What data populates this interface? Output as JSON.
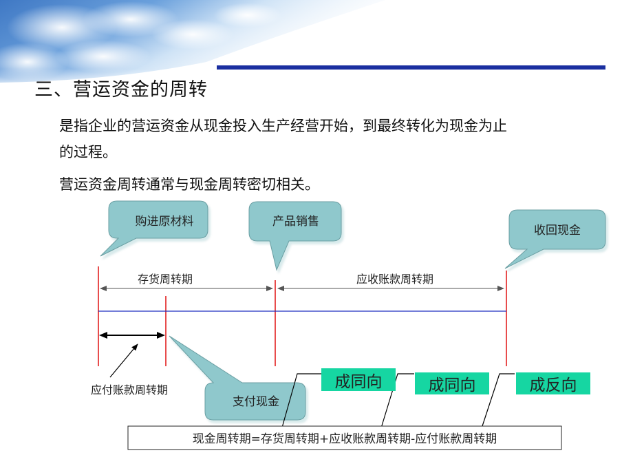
{
  "slide": {
    "title": "三、营运资金的周转",
    "paragraph1_line1": "是指企业的营运资金从现金投入生产经营开始，到最终转化为现金为止",
    "paragraph1_line2": "的过程。",
    "paragraph2": "营运资金周转通常与现金周转密切相关。"
  },
  "diagram": {
    "callout_purchase": "购进原材料",
    "callout_sale": "产品销售",
    "callout_collect": "收回现金",
    "callout_pay": "支付现金",
    "label_inventory": "存货周转期",
    "label_receivable": "应收账款周转期",
    "label_payable": "应付账款周转期",
    "badge_1": "成同向",
    "badge_2": "成同向",
    "badge_3": "成反向",
    "formula": "现金周转期=存货周转期+应收账款周转期-应付账款周转期"
  },
  "colors": {
    "title_rule": "#1a2fa0",
    "period_line": "#e01010",
    "timeline": "#2030c0",
    "callout_fill": "#8fc8cc",
    "badge_fill": "#16d6a2"
  }
}
